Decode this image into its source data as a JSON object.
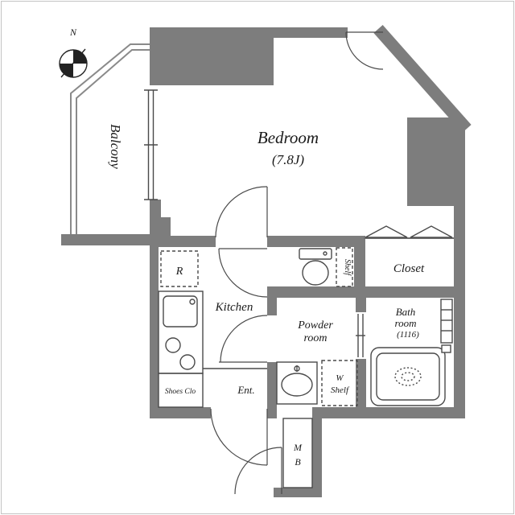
{
  "compass": {
    "label": "N"
  },
  "labels": {
    "balcony": "Balcony",
    "bedroom": "Bedroom",
    "bedroom_size": "(7.8J)",
    "kitchen": "Kitchen",
    "refrigerator": "R",
    "closet": "Closet",
    "shelf": "Shelf",
    "powder_line1": "Powder",
    "powder_line2": "room",
    "bath_line1": "Bath",
    "bath_line2": "room",
    "bath_size": "(1116)",
    "entrance": "Ent.",
    "shoes_closet": "Shoes Clo",
    "w_shelf_line1": "W",
    "w_shelf_line2": "Shelf",
    "meter_box_line1": "M",
    "meter_box_line2": "B"
  },
  "colors": {
    "wall": "#7d7d7d",
    "fixture_line": "#4a4a4a",
    "balcony_line": "#8a8a8a",
    "text": "#1a1a1a"
  }
}
